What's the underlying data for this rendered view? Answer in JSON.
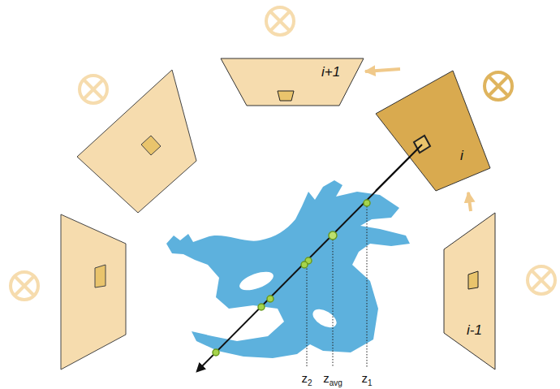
{
  "diagram": {
    "nodes": [
      {
        "text": [
          "i+1"
        ]
      },
      {
        "text": [
          "i"
        ]
      },
      {
        "text": [
          "i-1"
        ]
      }
    ],
    "edges": [
      {
        "from": 2,
        "to": 1,
        "arrow": "to"
      },
      {
        "from": 1,
        "to": 0,
        "arrow": "to"
      }
    ],
    "labels": [
      "z2",
      "zavg",
      "z1"
    ]
  }
}
